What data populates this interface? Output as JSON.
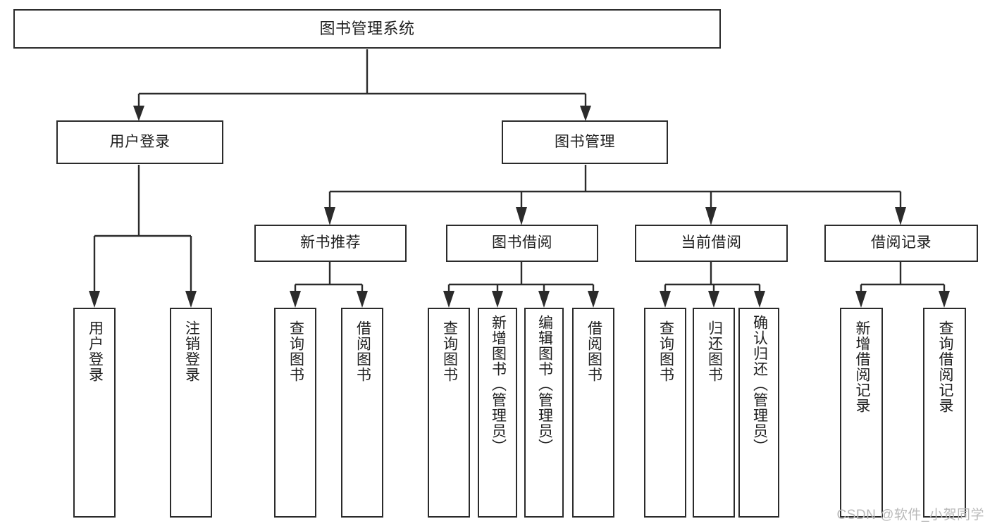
{
  "diagram": {
    "title": "图书管理系统",
    "type": "tree",
    "watermark": "CSDN @软件_小贺同学",
    "root": {
      "label": "图书管理系统"
    },
    "level2": [
      {
        "id": "user-login",
        "label": "用户登录"
      },
      {
        "id": "book-manage",
        "label": "图书管理"
      }
    ],
    "level3": [
      {
        "id": "new-book-recommend",
        "label": "新书推荐"
      },
      {
        "id": "book-borrow",
        "label": "图书借阅"
      },
      {
        "id": "current-borrow",
        "label": "当前借阅"
      },
      {
        "id": "borrow-record",
        "label": "借阅记录"
      }
    ],
    "leaves": {
      "user_login": [
        {
          "id": "leaf-user-login",
          "label": "用户登录"
        },
        {
          "id": "leaf-logout-login",
          "label": "注销登录"
        }
      ],
      "new_book_recommend": [
        {
          "id": "leaf-query-book-1",
          "label": "查询图书"
        },
        {
          "id": "leaf-borrow-book-1",
          "label": "借阅图书"
        }
      ],
      "book_borrow": [
        {
          "id": "leaf-query-book-2",
          "label": "查询图书"
        },
        {
          "id": "leaf-add-book",
          "label": "新增图书（管理员）"
        },
        {
          "id": "leaf-edit-book",
          "label": "编辑图书（管理员）"
        },
        {
          "id": "leaf-borrow-book-2",
          "label": "借阅图书"
        }
      ],
      "current_borrow": [
        {
          "id": "leaf-query-book-3",
          "label": "查询图书"
        },
        {
          "id": "leaf-return-book",
          "label": "归还图书"
        },
        {
          "id": "leaf-confirm-return",
          "label": "确认归还（管理员）"
        }
      ],
      "borrow_record": [
        {
          "id": "leaf-add-record",
          "label": "新增借阅记录"
        },
        {
          "id": "leaf-query-record",
          "label": "查询借阅记录"
        }
      ]
    },
    "colors": {
      "stroke": "#2b2b2b",
      "fill": "#ffffff",
      "text": "#1f1f1f",
      "watermark": "#b9b9b9"
    }
  }
}
